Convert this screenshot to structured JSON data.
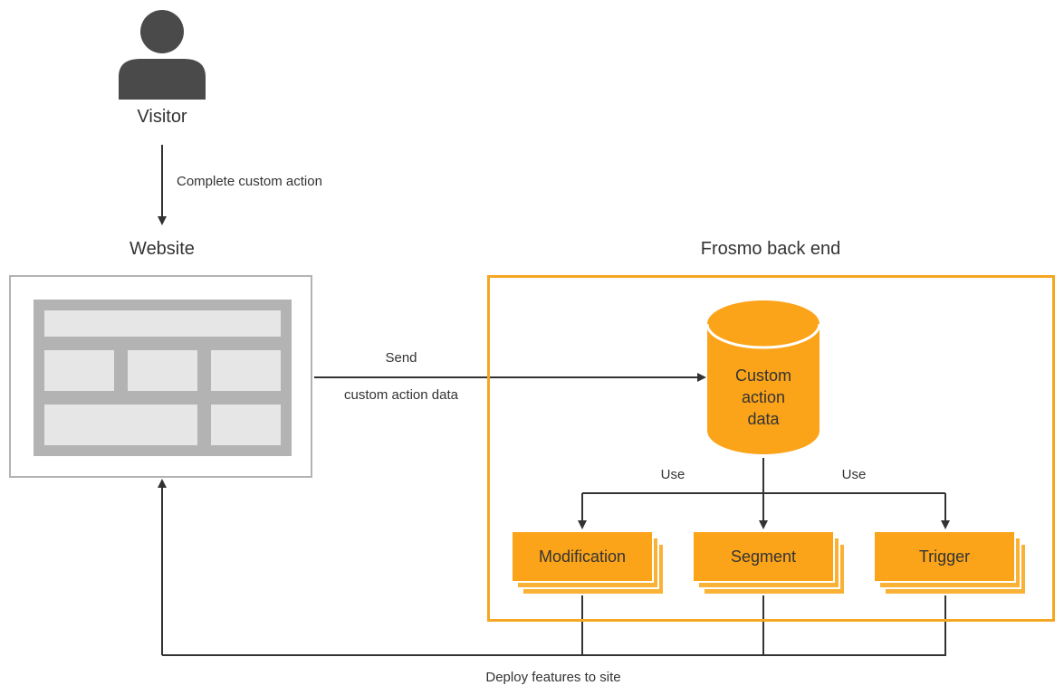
{
  "visitor": {
    "label": "Visitor"
  },
  "arrows": {
    "complete_action": "Complete custom action",
    "send_line1": "Send",
    "send_line2": "custom action data",
    "use_left": "Use",
    "use_right": "Use",
    "deploy": "Deploy features to site"
  },
  "website": {
    "title": "Website"
  },
  "backend": {
    "title": "Frosmo back end",
    "database": {
      "line1": "Custom",
      "line2": "action",
      "line3": "data"
    },
    "features": [
      "Modification",
      "Segment",
      "Trigger"
    ]
  },
  "colors": {
    "accent": "#f5a623",
    "card": "#fba41a",
    "gray_dark": "#4a4a4a",
    "gray_mid": "#b3b3b3",
    "gray_light": "#e6e6e6"
  }
}
